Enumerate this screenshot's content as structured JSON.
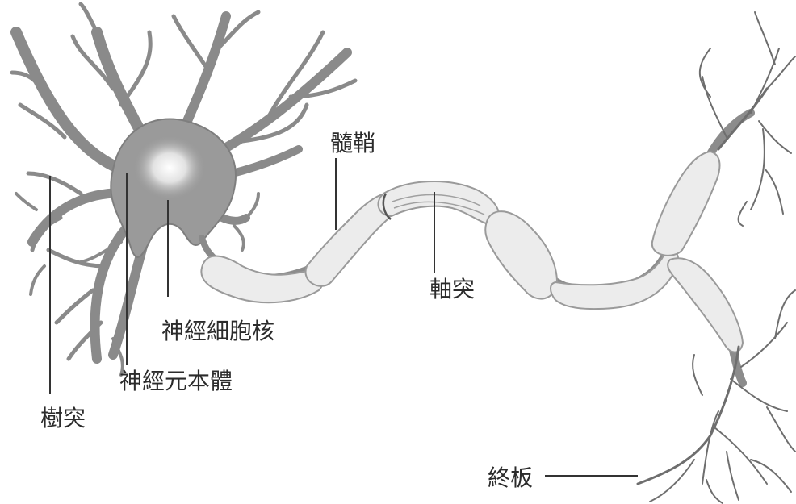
{
  "labels": {
    "dendrite": "樹突",
    "cell_body": "神經元本體",
    "nucleus": "神經細胞核",
    "myelin_sheath": "髓鞘",
    "axon": "軸突",
    "terminal": "終板"
  },
  "colors": {
    "soma_fill": "#9a9a9a",
    "nucleus_glow": "#ffffff",
    "sheath_fill": "#ececec",
    "outline": "#8a8a8a",
    "label_text": "#2b2b2b"
  }
}
